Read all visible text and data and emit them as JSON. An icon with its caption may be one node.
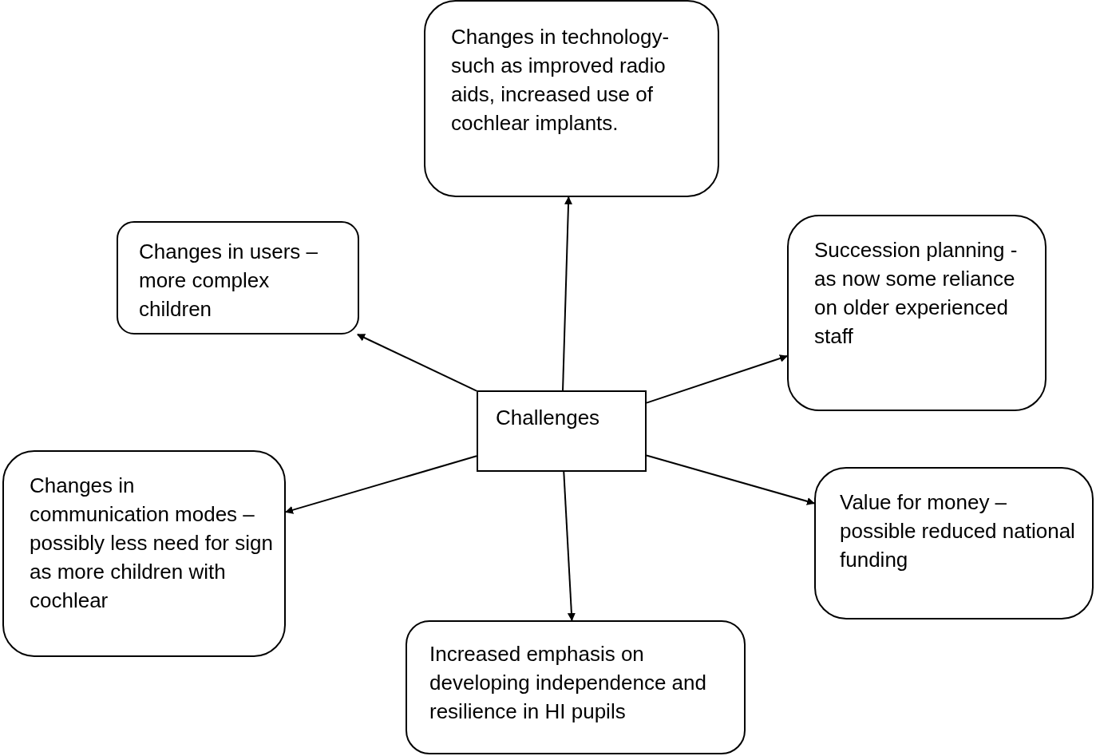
{
  "diagram": {
    "nodes": [
      {
        "text": [
          "Challenges"
        ]
      },
      {
        "text": [
          "Changes in technology- such as improved radio aids, increased use of cochlear implants."
        ]
      },
      {
        "text": [
          "Changes in users – more complex children"
        ]
      },
      {
        "text": [
          "Succession planning - as now some reliance on older experienced staff"
        ]
      },
      {
        "text": [
          "Changes in communication modes – possibly less need for sign as more children with cochlear"
        ]
      },
      {
        "text": [
          "Value for money – possible reduced national funding"
        ]
      },
      {
        "text": [
          "Increased emphasis on developing independence and resilience in HI pupils"
        ]
      }
    ],
    "edges": [
      {
        "from": 0,
        "to": 1,
        "arrow": "to"
      },
      {
        "from": 0,
        "to": 2,
        "arrow": "to"
      },
      {
        "from": 0,
        "to": 3,
        "arrow": "to"
      },
      {
        "from": 0,
        "to": 4,
        "arrow": "to"
      },
      {
        "from": 0,
        "to": 5,
        "arrow": "to"
      },
      {
        "from": 0,
        "to": 6,
        "arrow": "to"
      }
    ]
  }
}
